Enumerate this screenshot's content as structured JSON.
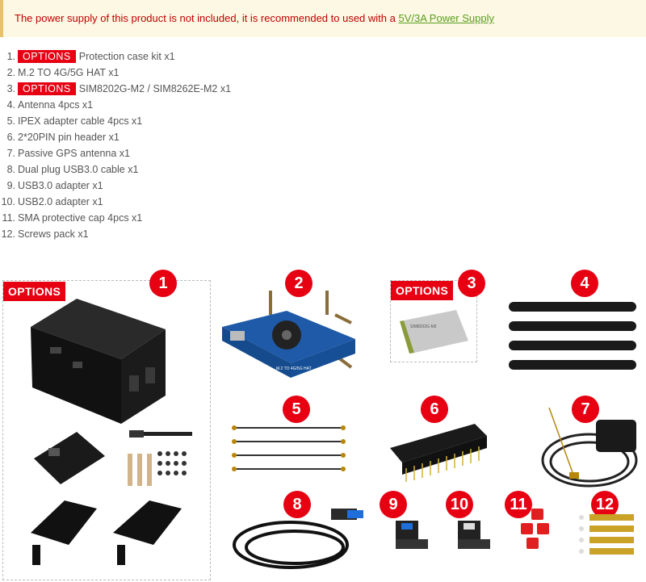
{
  "notice": {
    "text": "The power supply of this product is not included, it is recommended to used with a ",
    "link_text": "5V/3A Power Supply"
  },
  "options_label": "OPTIONS",
  "items": [
    {
      "num": "1.",
      "option": true,
      "text": "Protection case kit x1"
    },
    {
      "num": "2.",
      "option": false,
      "text": "M.2 TO 4G/5G HAT x1"
    },
    {
      "num": "3.",
      "option": true,
      "text": "SIM8202G-M2 / SIM8262E-M2 x1"
    },
    {
      "num": "4.",
      "option": false,
      "text": "Antenna 4pcs x1"
    },
    {
      "num": "5.",
      "option": false,
      "text": "IPEX adapter cable 4pcs x1"
    },
    {
      "num": "6.",
      "option": false,
      "text": "2*20PIN pin header x1"
    },
    {
      "num": "7.",
      "option": false,
      "text": "Passive GPS antenna x1"
    },
    {
      "num": "8.",
      "option": false,
      "text": "Dual plug USB3.0 cable x1"
    },
    {
      "num": "9.",
      "option": false,
      "text": "USB3.0 adapter x1"
    },
    {
      "num": "10.",
      "option": false,
      "text": "USB2.0 adapter x1"
    },
    {
      "num": "11.",
      "option": false,
      "text": "SMA protective cap 4pcs x1"
    },
    {
      "num": "12.",
      "option": false,
      "text": "Screws pack x1"
    }
  ],
  "figure": {
    "badges": [
      "1",
      "2",
      "3",
      "4",
      "5",
      "6",
      "7",
      "8",
      "9",
      "10",
      "11",
      "12"
    ],
    "board_label": "M.2 TO 4G/5G HAT",
    "module_label": "SIM8202G-M2"
  },
  "colors": {
    "accent": "#e60012",
    "link": "#5a9e1f",
    "notice_bg": "#fcf8e3"
  }
}
